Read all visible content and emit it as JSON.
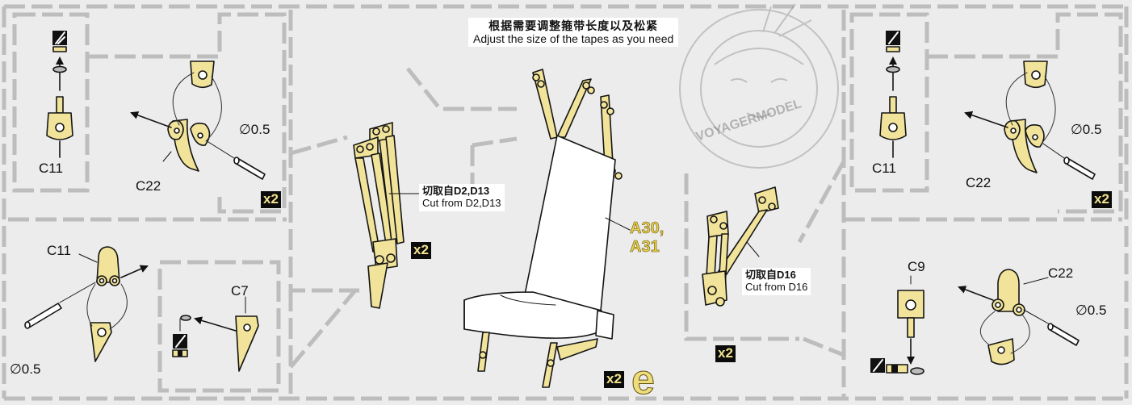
{
  "title": {
    "cn": "根据需要调整箍带长度以及松紧",
    "en": "Adjust the size of the tapes as you need"
  },
  "parts": {
    "c11": "C11",
    "c22": "C22",
    "c7": "C7",
    "c9": "C9"
  },
  "diameter": "∅0.5",
  "multiplier": "x2",
  "cut_left": {
    "cn": "切取自D2,D13",
    "en": "Cut from D2,D13"
  },
  "cut_right": {
    "cn": "切取自D16",
    "en": "Cut from D16"
  },
  "seat_parts": {
    "line1": "A30,",
    "line2": "A31"
  },
  "sprue_letter": "e",
  "watermark": "VOYAGERMODEL",
  "colors": {
    "part_fill": "#f1e39a",
    "part_stroke": "#141414",
    "frame": "#b9b9b9",
    "background": "#ececec"
  }
}
